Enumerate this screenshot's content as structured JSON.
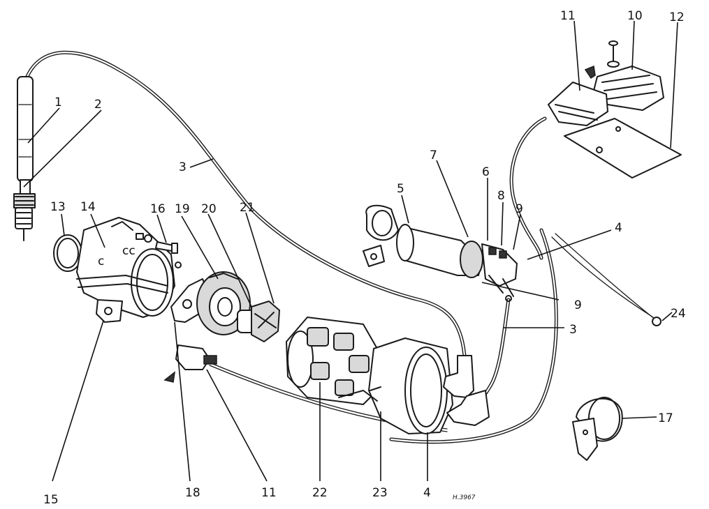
{
  "figure": {
    "reference": "H.3967",
    "labels": [
      {
        "id": "label-1",
        "text": "1"
      },
      {
        "id": "label-2",
        "text": "2"
      },
      {
        "id": "label-3-upper",
        "text": "3"
      },
      {
        "id": "label-3-lower",
        "text": "3"
      },
      {
        "id": "label-4-coil",
        "text": "4"
      },
      {
        "id": "label-4-bottom",
        "text": "4"
      },
      {
        "id": "label-5",
        "text": "5"
      },
      {
        "id": "label-6",
        "text": "6"
      },
      {
        "id": "label-7",
        "text": "7"
      },
      {
        "id": "label-8",
        "text": "8"
      },
      {
        "id": "label-9-upper",
        "text": "9"
      },
      {
        "id": "label-9-lower",
        "text": "9"
      },
      {
        "id": "label-10",
        "text": "10"
      },
      {
        "id": "label-11-top",
        "text": "11"
      },
      {
        "id": "label-11-bottom",
        "text": "11"
      },
      {
        "id": "label-12",
        "text": "12"
      },
      {
        "id": "label-13",
        "text": "13"
      },
      {
        "id": "label-14",
        "text": "14"
      },
      {
        "id": "label-15",
        "text": "15"
      },
      {
        "id": "label-16",
        "text": "16"
      },
      {
        "id": "label-17",
        "text": "17"
      },
      {
        "id": "label-18",
        "text": "18"
      },
      {
        "id": "label-19",
        "text": "19"
      },
      {
        "id": "label-20",
        "text": "20"
      },
      {
        "id": "label-21",
        "text": "21"
      },
      {
        "id": "label-22",
        "text": "22"
      },
      {
        "id": "label-23",
        "text": "23"
      },
      {
        "id": "label-24",
        "text": "24"
      }
    ]
  }
}
